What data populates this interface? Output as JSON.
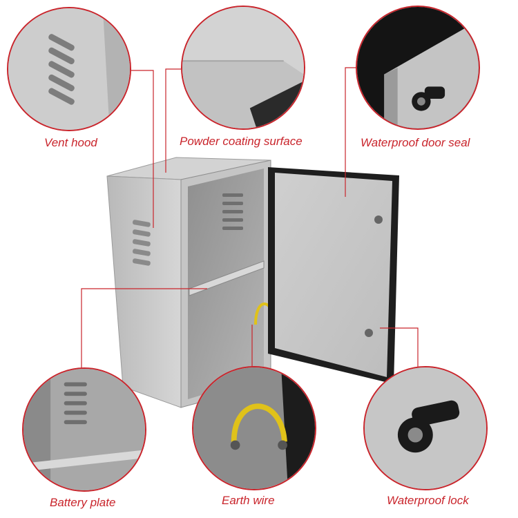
{
  "callouts": {
    "vent_hood": "Vent hood",
    "powder_coating": "Powder coating surface",
    "door_seal": "Waterproof door seal",
    "battery_plate": "Battery plate",
    "earth_wire": "Earth wire",
    "waterproof_lock": "Waterproof lock"
  },
  "colors": {
    "accent": "#c9242b",
    "metal": "#c8c8c8",
    "metal_dark": "#9c9c9c",
    "seal": "#2a2a2a",
    "wire": "#e0c21a"
  }
}
